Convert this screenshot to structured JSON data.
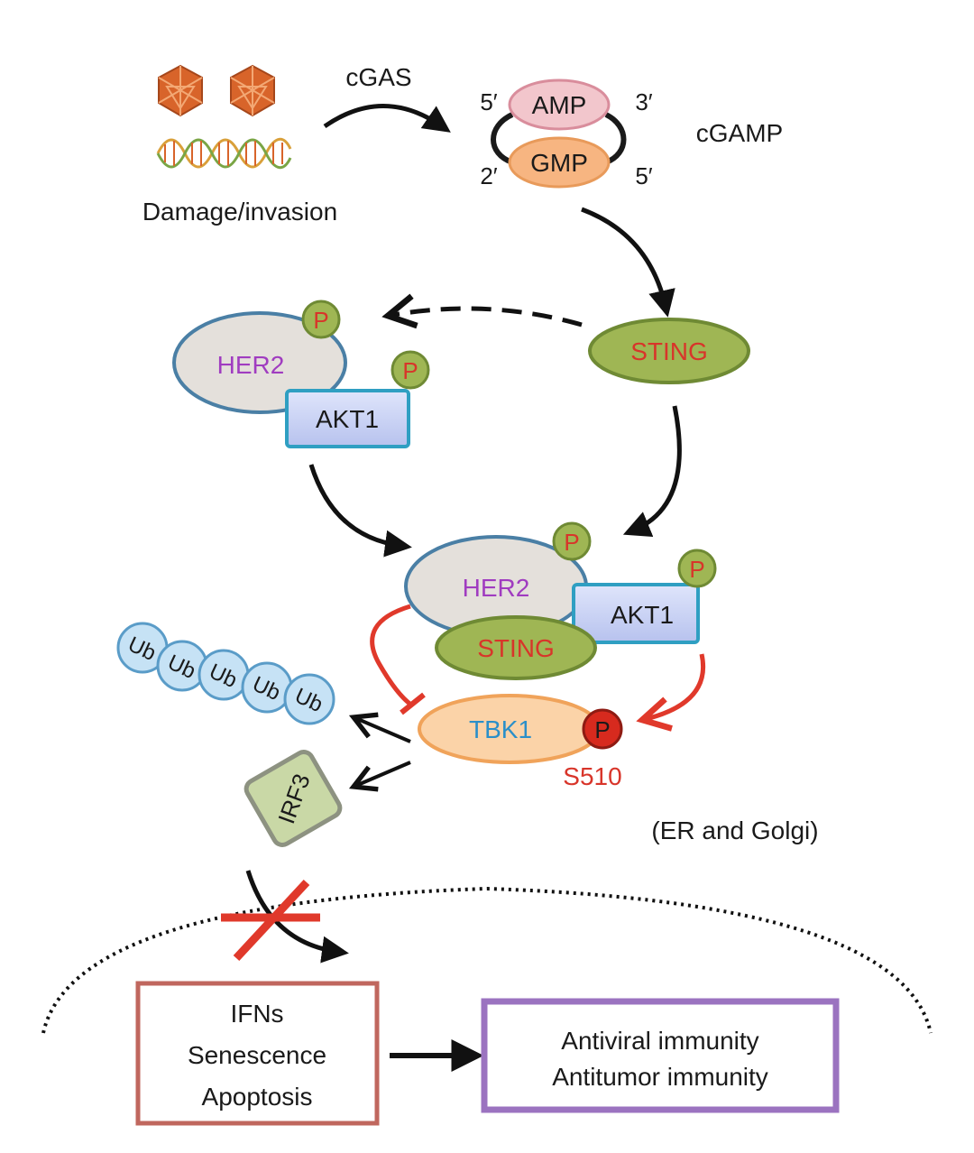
{
  "labels": {
    "cgas": "cGAS",
    "damage_invasion": "Damage/invasion",
    "amp": "AMP",
    "gmp": "GMP",
    "cgamp": "cGAMP",
    "prime_5_top": "5′",
    "prime_3_top": "3′",
    "prime_2_bottom": "2′",
    "prime_5_bottom": "5′",
    "sting_top": "STING",
    "her2_top": "HER2",
    "akt1_top": "AKT1",
    "phospho_p": "P",
    "her2_complex": "HER2",
    "akt1_complex": "AKT1",
    "sting_complex": "STING",
    "tbk1": "TBK1",
    "s510": "S510",
    "ub": "Ub",
    "irf3": "IRF3",
    "er_golgi": "(ER and Golgi)",
    "nuclear_box": [
      "IFNs",
      "Senescence",
      "Apoptosis"
    ],
    "outcome_box": [
      "Antiviral immunity",
      "Antitumor immunity"
    ]
  },
  "colors": {
    "virus": "#d8642a",
    "amp_fill": "#f2c6cc",
    "gmp_fill": "#f7b581",
    "sting_fill": "#9fb654",
    "her2_fill": "#e4e0db",
    "her2_stroke": "#4a7fa5",
    "akt1_fill": "#c7d0f2",
    "akt1_stroke": "#2f9fc2",
    "tbk1_fill": "#fbd3a8",
    "ub_fill": "#c6e2f5",
    "irf3_fill": "#c9d8a6",
    "inhibit_red": "#e0392b",
    "nuclear_box_stroke": "#c0675e",
    "outcome_box_stroke": "#9b73c0"
  }
}
